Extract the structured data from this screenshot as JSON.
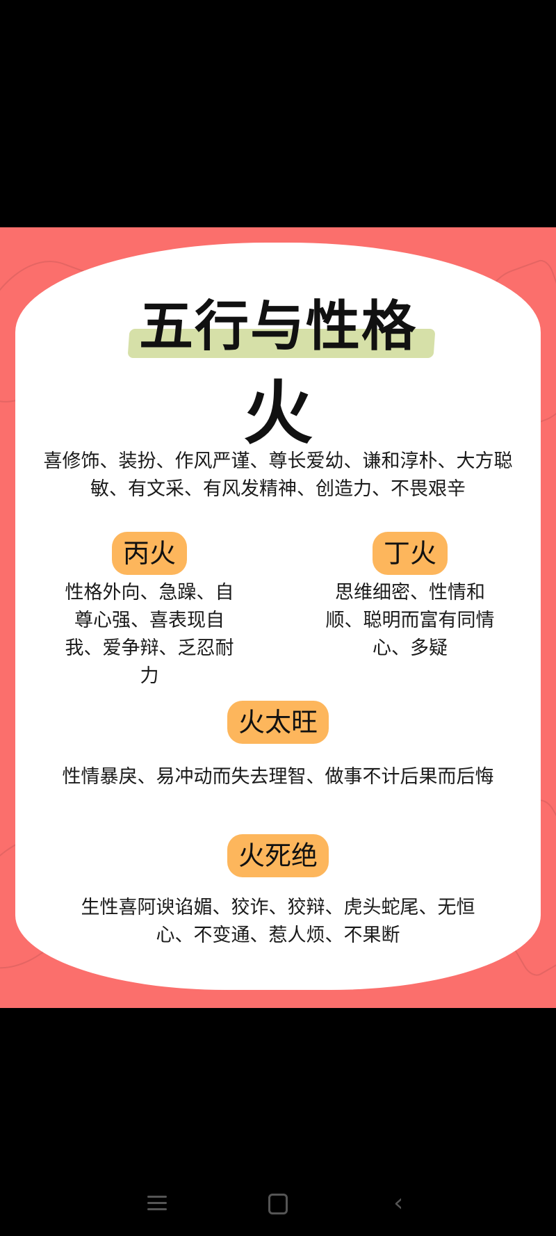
{
  "poster": {
    "title": "五行与性格",
    "element": "火",
    "intro": "喜修饰、装扮、作风严谨、尊长爱幼、谦和淳朴、大方聪敏、有文采、有风发精神、创造力、不畏艰辛",
    "columns": [
      {
        "label": "丙火",
        "text": "性格外向、急躁、自尊心强、喜表现自我、爱争辩、乏忍耐力"
      },
      {
        "label": "丁火",
        "text": "思维细密、性情和顺、聪明而富有同情心、多疑"
      }
    ],
    "sections": [
      {
        "label": "火太旺",
        "text": "性情暴戾、易冲动而失去理智、做事不计后果而后悔"
      },
      {
        "label": "火死绝",
        "text": "生性喜阿谀谄媚、狡诈、狡辩、虎头蛇尾、无恒心、不变通、惹人烦、不果断"
      }
    ],
    "colors": {
      "background": "#fb6f6c",
      "card": "#ffffff",
      "title_highlight": "#d6e0a8",
      "badge": "#fdb65c"
    }
  },
  "navbar": {
    "icons": [
      "menu-icon",
      "home-icon",
      "back-icon"
    ],
    "back_glyph": "‹"
  }
}
